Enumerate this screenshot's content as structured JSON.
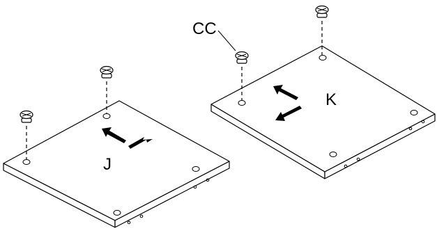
{
  "labels": {
    "panel_left": "J",
    "panel_right": "K",
    "callout": "CC"
  }
}
